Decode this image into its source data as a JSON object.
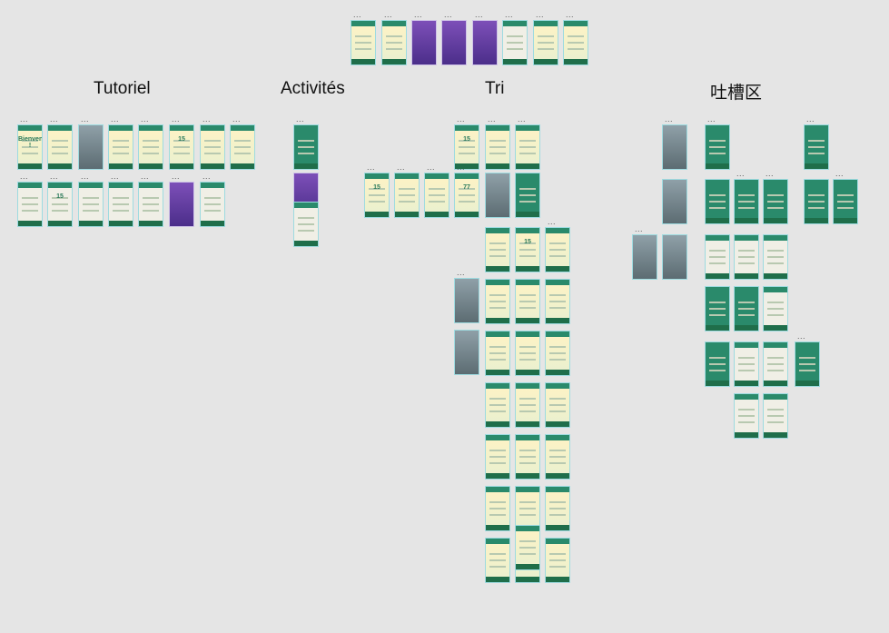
{
  "sections": {
    "tutoriel": "Tutoriel",
    "activites": "Activités",
    "tri": "Tri",
    "tucao": "吐槽区"
  },
  "frame_menu_glyph": "...",
  "frame_texts": {
    "welcome": "Bienvenue !",
    "fifteen": "15",
    "seventy_seven": "77"
  },
  "colors": {
    "canvas": "#e5e5e5",
    "brand_green": "#2a8a6b",
    "cream": "#f3efd9",
    "selection_outline": "#9edbe0",
    "purple": "#6a3fa8"
  }
}
